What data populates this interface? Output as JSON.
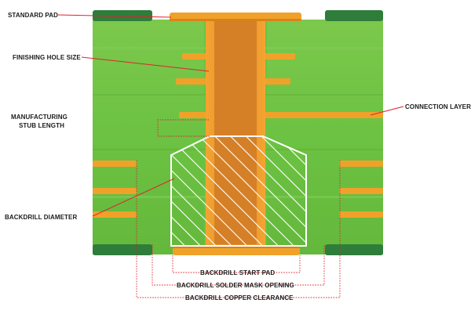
{
  "labels": {
    "standard_pad": "STANDARD PAD",
    "finishing_hole_size": "FINISHING HOLE SIZE",
    "manufacturing_stub_length_line1": "MANUFACTURING",
    "manufacturing_stub_length_line2": "STUB LENGTH",
    "backdrill_diameter": "BACKDRILL DIAMETER",
    "connection_layer": "CONNECTION LAYER",
    "backdrill_start_pad": "BACKDRILL START PAD",
    "backdrill_solder_mask_opening": "BACKDRILL SOLDER MASK OPENING",
    "backdrill_copper_clearance": "BACKDRILL COPPER CLEARANCE"
  },
  "colors": {
    "board_green": "#6cc242",
    "board_green_light": "#8fd25c",
    "solder_mask_dark": "#2e7d3a",
    "copper_orange": "#f0a12a",
    "copper_dark": "#d9821b",
    "barrel_core": "#e0892a",
    "leader_red": "#e0232d"
  }
}
